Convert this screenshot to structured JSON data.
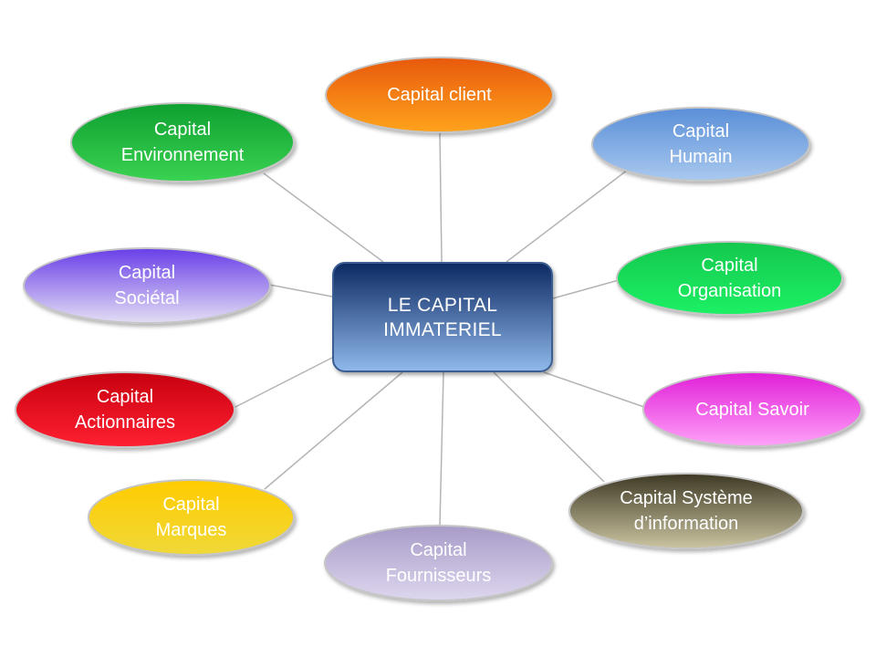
{
  "center": {
    "label": "LE CAPITAL\nIMMATERIEL",
    "color_top": "#0d2a63",
    "color_bottom": "#8fb8ea"
  },
  "nodes": {
    "client": {
      "label": "Capital client",
      "color_top": "#e85a0c",
      "color_bottom": "#ffa21c"
    },
    "humain": {
      "label": "Capital\nHumain",
      "color_top": "#5a8fd8",
      "color_bottom": "#a8c8ee"
    },
    "organisation": {
      "label": "Capital\nOrganisation",
      "color_top": "#14c84e",
      "color_bottom": "#1cf064"
    },
    "savoir": {
      "label": "Capital Savoir",
      "color_top": "#e020d8",
      "color_bottom": "#ffa0f8"
    },
    "systeme": {
      "label": "Capital Système\nd’information",
      "color_top": "#3f3a25",
      "color_bottom": "#c9c3a0"
    },
    "fournisseurs": {
      "label": "Capital\nFournisseurs",
      "color_top": "#a89cc8",
      "color_bottom": "#ddd6ee"
    },
    "marques": {
      "label": "Capital\nMarques",
      "color_top": "#ffcc00",
      "color_bottom": "#f0d838"
    },
    "actionnaires": {
      "label": "Capital\nActionnaires",
      "color_top": "#c80010",
      "color_bottom": "#ff2030"
    },
    "societal": {
      "label": "Capital\nSociétal",
      "color_top": "#6a40e8",
      "color_bottom": "#e2dcf4"
    },
    "environnement": {
      "label": "Capital\nEnvironnement",
      "color_top": "#0fa030",
      "color_bottom": "#3ad252"
    }
  }
}
